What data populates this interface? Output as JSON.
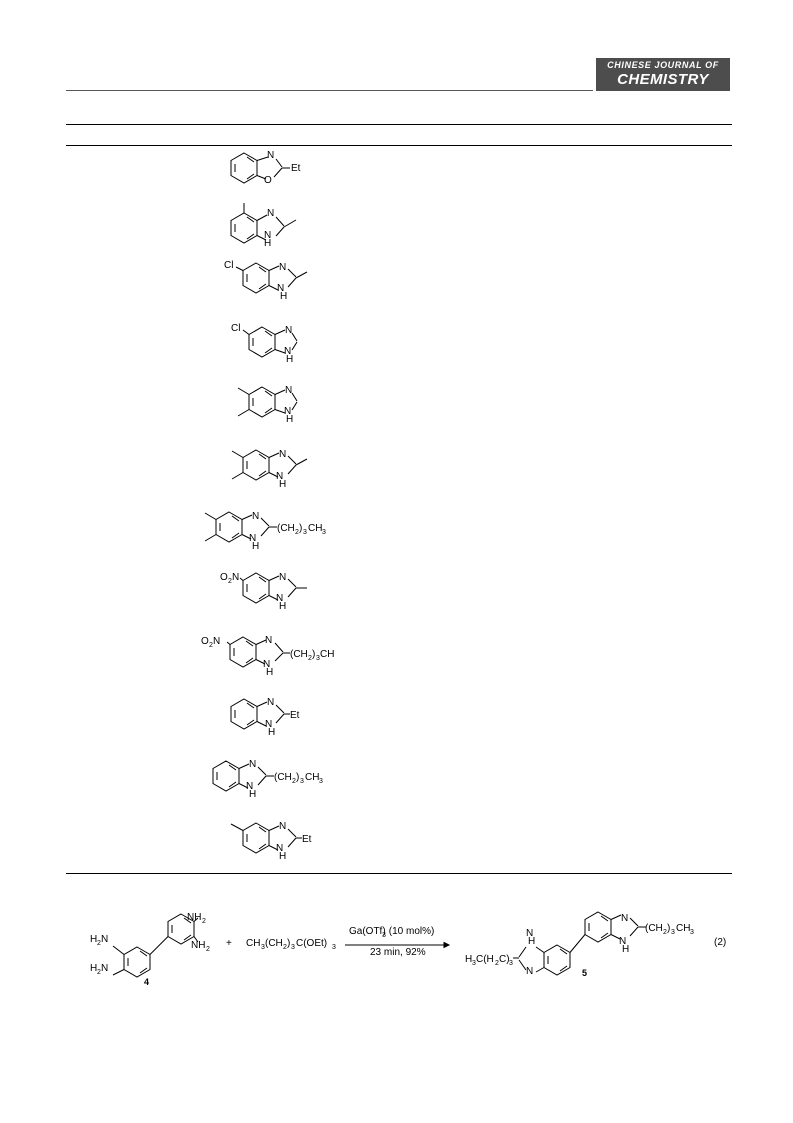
{
  "header": {
    "journal_line1": "CHINESE JOURNAL OF",
    "journal_line2": "CHEMISTRY"
  },
  "table": {
    "products": [
      {
        "substituents": [],
        "c2": "Et",
        "heteroatom": "O"
      },
      {
        "substituents": [
          "4-Me"
        ],
        "c2": "Me",
        "heteroatom": "NH"
      },
      {
        "substituents": [
          "Cl"
        ],
        "c2": "Me",
        "heteroatom": "NH"
      },
      {
        "substituents": [
          "Cl"
        ],
        "c2": "H",
        "heteroatom": "NH"
      },
      {
        "substituents": [
          "Me",
          "Me"
        ],
        "c2": "H",
        "heteroatom": "NH"
      },
      {
        "substituents": [
          "Me",
          "Me"
        ],
        "c2": "Me",
        "heteroatom": "NH"
      },
      {
        "substituents": [
          "Me",
          "Me"
        ],
        "c2": "(CH2)3CH3",
        "heteroatom": "NH"
      },
      {
        "substituents": [
          "O2N"
        ],
        "c2": "Me",
        "heteroatom": "NH"
      },
      {
        "substituents": [
          "O2N"
        ],
        "c2": "(CH2)3CH",
        "heteroatom": "NH"
      },
      {
        "substituents": [],
        "c2": "Et",
        "heteroatom": "NH"
      },
      {
        "substituents": [],
        "c2": "(CH2)3CH3",
        "heteroatom": "NH"
      },
      {
        "substituents": [
          "Me"
        ],
        "c2": "Et",
        "heteroatom": "NH"
      }
    ]
  },
  "labels": {
    "N": "N",
    "NH": "H",
    "O": "O",
    "Et": "Et",
    "Cl": "Cl",
    "O2N_O": "O",
    "O2N_sub": "2",
    "O2N_N": "N",
    "CH2": "(CH",
    "sub2": "2",
    "CH3_close": ")",
    "sub3": "3",
    "CH3": "CH",
    "CHtail": "CH"
  },
  "scheme": {
    "reactant_label": "4",
    "nh2": "NH",
    "h2n": "H",
    "plus": "+",
    "reagent": "CH3(CH2)3C(OEt)3",
    "reagent_parts": [
      "CH",
      "3",
      "(CH",
      "2",
      ")",
      "3",
      "C(OEt)",
      "3"
    ],
    "catalyst": "Ga(OTf)3 (10 mol%)",
    "catalyst_parts": [
      "Ga(OTf)",
      "3",
      " (10 mol%)"
    ],
    "conditions": "23 min, 92%",
    "product_label": "5",
    "product_left": "H3C(H2C)3",
    "product_right": "(CH2)3CH3",
    "equation_number": "(2)"
  }
}
